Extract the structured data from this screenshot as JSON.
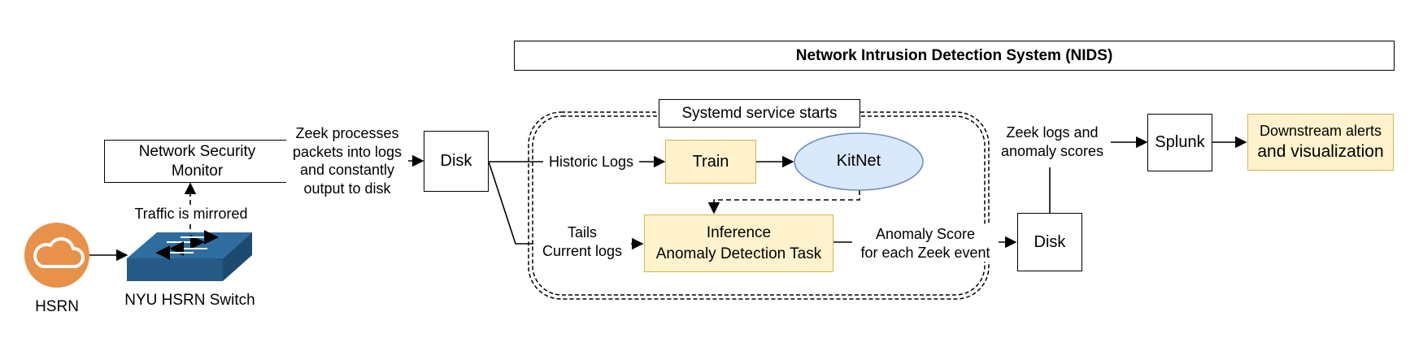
{
  "title": "Network Intrusion Detection System (NIDS)",
  "service_label": "Systemd service starts",
  "nodes": {
    "hsrn": "HSRN",
    "switch": "NYU HSRN Switch",
    "nsm": [
      "Network Security",
      "Monitor"
    ],
    "disk1": "Disk",
    "train": "Train",
    "kitnet": "KitNet",
    "inference": [
      "Inference",
      "Anomaly Detection Task"
    ],
    "disk2": "Disk",
    "splunk": "Splunk",
    "downstream": [
      "Downstream alerts",
      "and visualization"
    ]
  },
  "edge_labels": {
    "mirrored": "Traffic is mirrored",
    "zeek_processes": [
      "Zeek processes",
      "packets into logs",
      "and constantly",
      "output to disk"
    ],
    "historic": "Historic Logs",
    "tails": [
      "Tails",
      "Current logs"
    ],
    "anomaly_score": [
      "Anomaly Score",
      "for each Zeek event"
    ],
    "zeek_logs": [
      "Zeek logs and",
      "anomaly scores"
    ]
  },
  "colors": {
    "cloud_fill": "#e8914a",
    "switch_fill": "#2f6d9e",
    "highlight_fill": "#fff2cc",
    "highlight_border": "#d6b656",
    "kitnet_fill": "#dae8fc",
    "kitnet_border": "#6c8ebf"
  },
  "icons": {
    "hsrn": "cloud-icon",
    "switch": "network-switch-icon"
  }
}
